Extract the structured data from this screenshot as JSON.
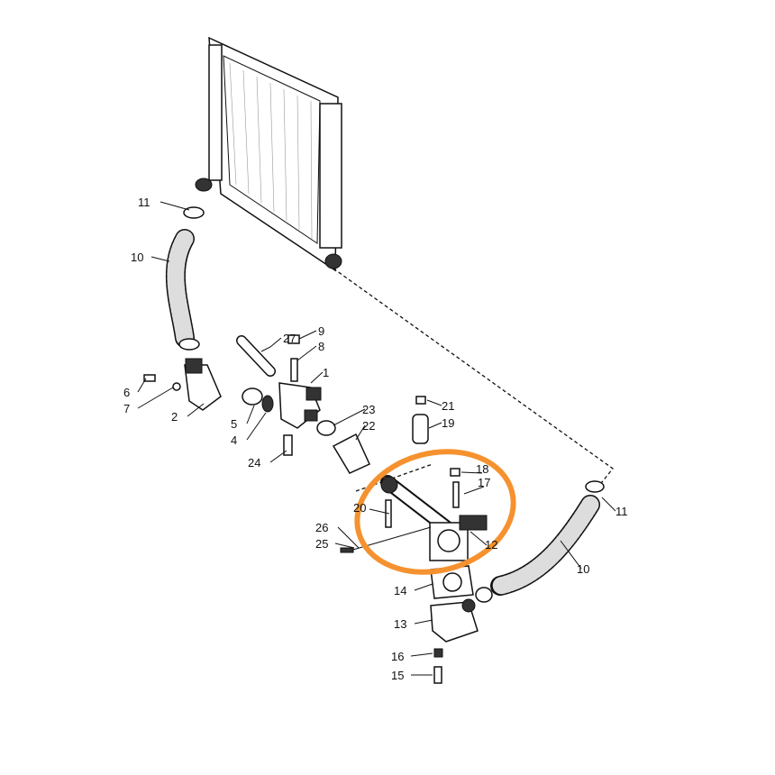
{
  "diagram": {
    "title": "Cooling system hose and thermostat housing exploded view",
    "highlight_color": "#F5922F",
    "callouts": [
      {
        "id": "c11a",
        "text": "11"
      },
      {
        "id": "c10a",
        "text": "10"
      },
      {
        "id": "c27",
        "text": "27"
      },
      {
        "id": "c9",
        "text": "9"
      },
      {
        "id": "c8",
        "text": "8"
      },
      {
        "id": "c1",
        "text": "1"
      },
      {
        "id": "c6",
        "text": "6"
      },
      {
        "id": "c7",
        "text": "7"
      },
      {
        "id": "c2",
        "text": "2"
      },
      {
        "id": "c5",
        "text": "5"
      },
      {
        "id": "c4",
        "text": "4"
      },
      {
        "id": "c23",
        "text": "23"
      },
      {
        "id": "c22",
        "text": "22"
      },
      {
        "id": "c24",
        "text": "24"
      },
      {
        "id": "c21",
        "text": "21"
      },
      {
        "id": "c19",
        "text": "19"
      },
      {
        "id": "c18",
        "text": "18"
      },
      {
        "id": "c17",
        "text": "17"
      },
      {
        "id": "c20",
        "text": "20"
      },
      {
        "id": "c26",
        "text": "26"
      },
      {
        "id": "c25",
        "text": "25"
      },
      {
        "id": "c12",
        "text": "12"
      },
      {
        "id": "c11b",
        "text": "11"
      },
      {
        "id": "c10b",
        "text": "10"
      },
      {
        "id": "c14",
        "text": "14"
      },
      {
        "id": "c13",
        "text": "13"
      },
      {
        "id": "c16",
        "text": "16"
      },
      {
        "id": "c15",
        "text": "15"
      }
    ]
  }
}
